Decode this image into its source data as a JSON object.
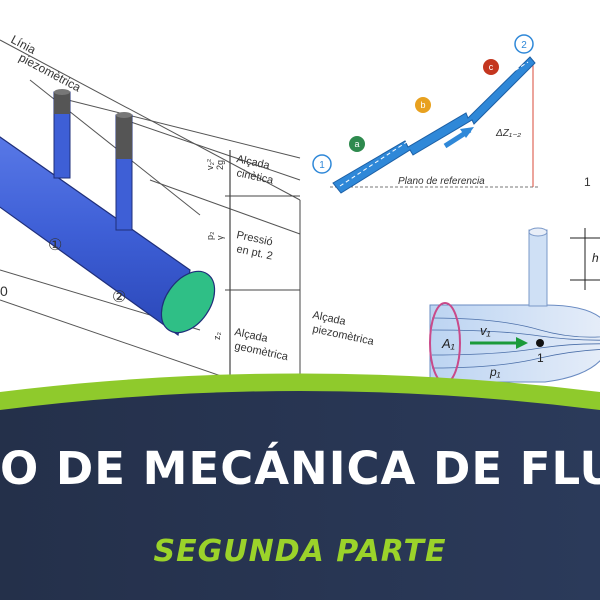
{
  "colors": {
    "pipe_blue": "#3e5fd6",
    "pipe_green": "#2fbf86",
    "banner_dark": "#26334f",
    "banner_green": "#8fca2c",
    "subtitle_green": "#9bd32a",
    "title_white": "#ffffff",
    "incline_blue": "#2f88d8",
    "dot_green": "#2e8a4e",
    "dot_orange": "#e8a11f",
    "dot_red": "#c4361f",
    "flow_pink": "#c94a8a"
  },
  "left_diagram": {
    "label_top_line1": "Línia",
    "label_top_line2": "piezomètrica",
    "point_1": "①",
    "point_2": "②",
    "point_0": "0",
    "v2_term": "v₂²",
    "g_term": "2g",
    "p_term": "p₂",
    "gamma_term": "γ",
    "z_term": "z₂",
    "alcada_cinetica_1": "Alçada",
    "alcada_cinetica_2": "cinètica",
    "pressio_1": "Pressió",
    "pressio_2": "en pt. 2",
    "alcada_geo_1": "Alçada",
    "alcada_geo_2": "geomètrica",
    "alcada_piezo_1": "Alçada",
    "alcada_piezo_2": "piezomètrica"
  },
  "incline_diagram": {
    "node_1": "1",
    "node_2": "2",
    "dot_a": "a",
    "dot_b": "b",
    "dot_c": "c",
    "delta_z": "ΔZ₁₋₂",
    "reference_label": "Plano de referencia"
  },
  "venturi_diagram": {
    "area_label": "A₁",
    "velocity_label": "v₁",
    "point_label": "1",
    "pressure_label": "p₁",
    "height_label": "h",
    "corner_label": "1"
  },
  "banner": {
    "title": "O DE MECÁNICA DE FLU",
    "subtitle": "SEGUNDA PARTE"
  }
}
